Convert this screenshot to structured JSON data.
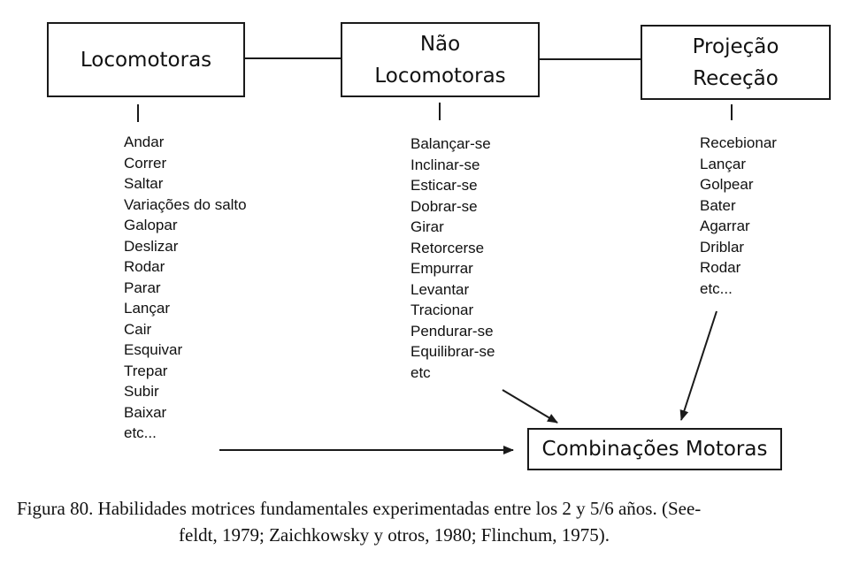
{
  "boxes": {
    "locomotoras": {
      "lines": [
        "Locomotoras"
      ]
    },
    "nao_locomotoras": {
      "lines": [
        "Não",
        "Locomotoras"
      ]
    },
    "projecao": {
      "lines": [
        "Projeção",
        "Receção"
      ]
    },
    "combinacoes": {
      "lines": [
        "Combinações Motoras"
      ]
    }
  },
  "lists": {
    "locomotoras": [
      "Andar",
      "Correr",
      "Saltar",
      "Variações do salto",
      "Galopar",
      "Deslizar",
      "Rodar",
      "Parar",
      "Lançar",
      "Cair",
      "Esquivar",
      "Trepar",
      "Subir",
      "Baixar",
      "etc..."
    ],
    "nao_locomotoras": [
      "Balançar-se",
      "Inclinar-se",
      "Esticar-se",
      "Dobrar-se",
      "Girar",
      "Retorcerse",
      "Empurrar",
      "Levantar",
      "Tracionar",
      "Pendurar-se",
      "Equilibrar-se",
      "etc"
    ],
    "projecao": [
      "Recebionar",
      "Lançar",
      "Golpear",
      "Bater",
      "Agarrar",
      "Driblar",
      "Rodar",
      "etc..."
    ]
  },
  "caption": {
    "line1": "Figura 80. Habilidades motrices fundamentales experimentadas entre los 2 y 5/6 años. (See-",
    "line2": "feldt, 1979; Zaichkowsky y otros, 1980; Flinchum, 1975)."
  },
  "colors": {
    "ink": "#1a1a1a",
    "background": "#ffffff"
  }
}
